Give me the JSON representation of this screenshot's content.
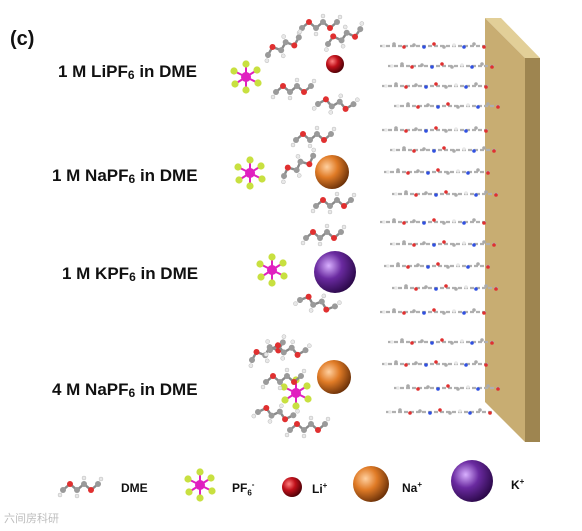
{
  "panel_label": "(c)",
  "rows": [
    {
      "prefix": "1 M LiPF",
      "sub": "6",
      "suffix": " in DME",
      "cation": "Li+"
    },
    {
      "prefix": "1 M NaPF",
      "sub": "6",
      "suffix": " in DME",
      "cation": "Na+"
    },
    {
      "prefix": "1 M KPF",
      "sub": "6",
      "suffix": " in DME",
      "cation": "K+"
    },
    {
      "prefix": "4 M NaPF",
      "sub": "6",
      "suffix": " in DME",
      "cation": "Na+"
    }
  ],
  "legend": {
    "dme": "DME",
    "pf6_base": "PF",
    "pf6_sub": "6",
    "pf6_sup": "-",
    "li_base": "Li",
    "li_sup": "+",
    "na_base": "Na",
    "na_sup": "+",
    "k_base": "K",
    "k_sup": "+"
  },
  "colors": {
    "li": "#c0101a",
    "na": "#e07b26",
    "k": "#6a2aa0",
    "phosphorus": "#e020c0",
    "fluorine": "#c8e040",
    "oxygen": "#e03030",
    "carbon": "#9a9a9a",
    "hydrogen": "#e8e8e8",
    "electrode": "#c8ad72"
  },
  "watermark": "六间房科研"
}
